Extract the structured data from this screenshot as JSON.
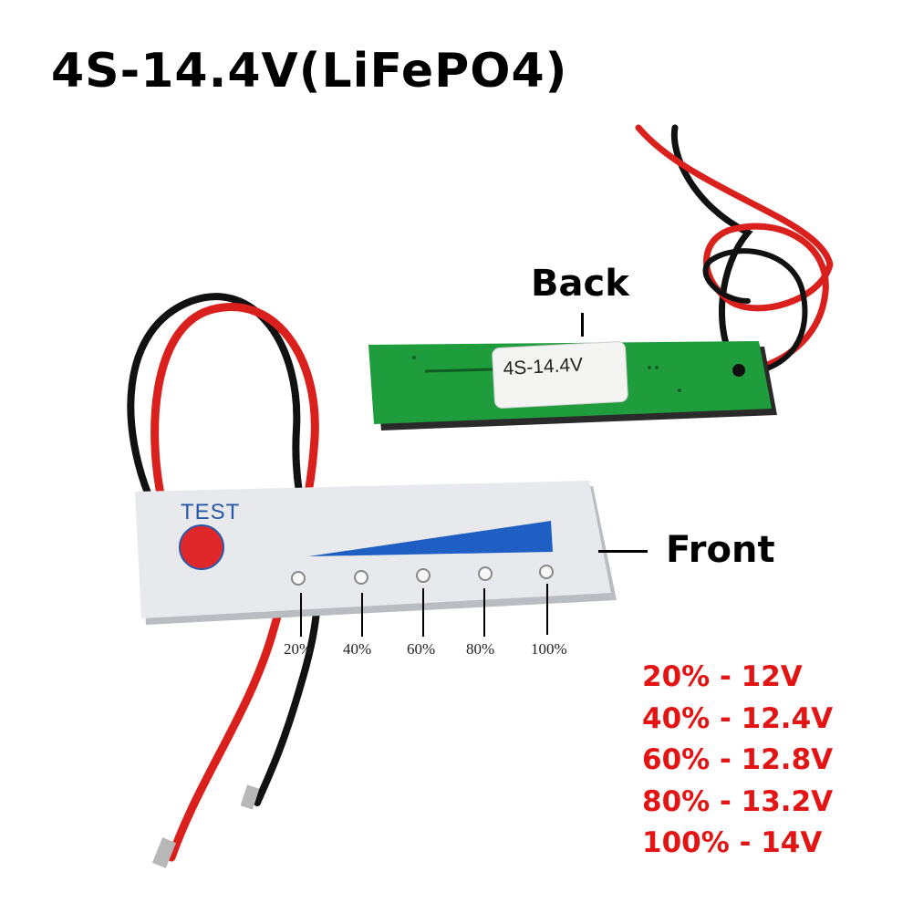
{
  "title": "4S-14.4V(LiFePO4)",
  "callouts": {
    "back": "Back",
    "front": "Front"
  },
  "board_front": {
    "test_label": "TEST",
    "percent_labels": [
      "20%",
      "40%",
      "60%",
      "80%",
      "100%"
    ]
  },
  "board_back": {
    "sticker_label": "4S-14.4V"
  },
  "voltage_legend": [
    {
      "text": "20% - 12V"
    },
    {
      "text": "40% - 12.4V"
    },
    {
      "text": "60% - 12.8V"
    },
    {
      "text": "80% - 13.2V"
    },
    {
      "text": "100% - 14V"
    }
  ],
  "colors": {
    "legend_text": "#e21414",
    "pcb_green": "#1f9c3c",
    "panel_silver": "#e7e9ec",
    "indicator_blue": "#1f5fc4",
    "test_button_red": "#e0282a"
  }
}
